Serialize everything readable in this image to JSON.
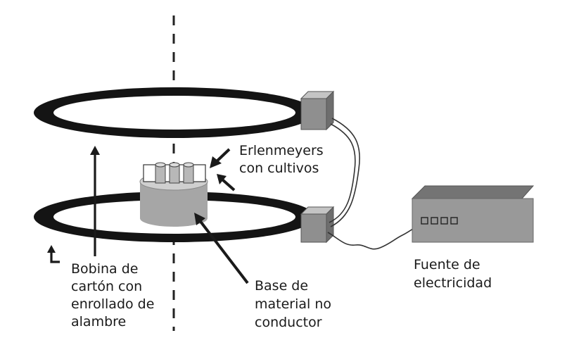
{
  "labels": {
    "flasks": [
      "Erlenmeyers",
      "con cultivos"
    ],
    "base": [
      "Base de",
      "material no",
      "conductor"
    ],
    "coil": [
      "Bobina de",
      "cartón con",
      "enrollado de",
      "alambre"
    ],
    "power": [
      "Fuente de",
      "electricidad"
    ]
  },
  "colors": {
    "coil_ring": "#141414",
    "box_front": "#8f8f8f",
    "box_top": "#c4c4c4",
    "box_side": "#6e6e6e",
    "psu_front": "#999999",
    "psu_top": "#747474",
    "base_body": "#a6a6a6",
    "base_top": "#cfcfcf",
    "tube": "#b8b8b8",
    "arrow": "#1a1a1a"
  }
}
